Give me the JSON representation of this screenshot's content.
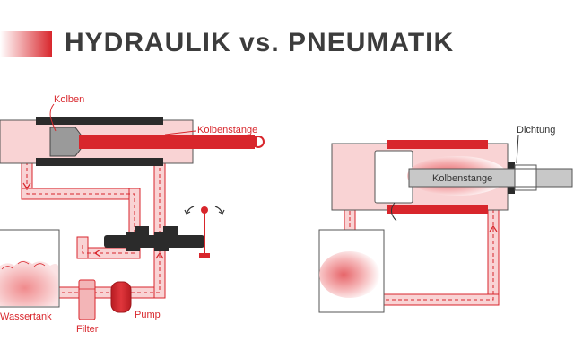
{
  "header": {
    "title": "HYDRAULIK  vs. PNEUMATIK",
    "accent_gradient": [
      "#ffffff",
      "#f3b5b7",
      "#d8262c"
    ]
  },
  "colors": {
    "red": "#d8262c",
    "pink": "#f9d3d4",
    "pink_mid": "#f3b5b7",
    "dark": "#2b2b2b",
    "gray": "#9a9a9a",
    "light_gray": "#c8c8c8",
    "outline": "#555555"
  },
  "hydraulik": {
    "labels": {
      "kolben": "Kolben",
      "kolbenstange": "Kolbenstange",
      "wassertank": "Wassertank",
      "filter": "Filter",
      "pump": "Pump"
    },
    "icons": {
      "valve": "valve-icon",
      "lever": "lever-icon",
      "rotate": "rotate-arrows-icon"
    }
  },
  "pneumatik": {
    "labels": {
      "dichtung": "Dichtung",
      "kolbenstange": "Kolbenstange"
    }
  }
}
